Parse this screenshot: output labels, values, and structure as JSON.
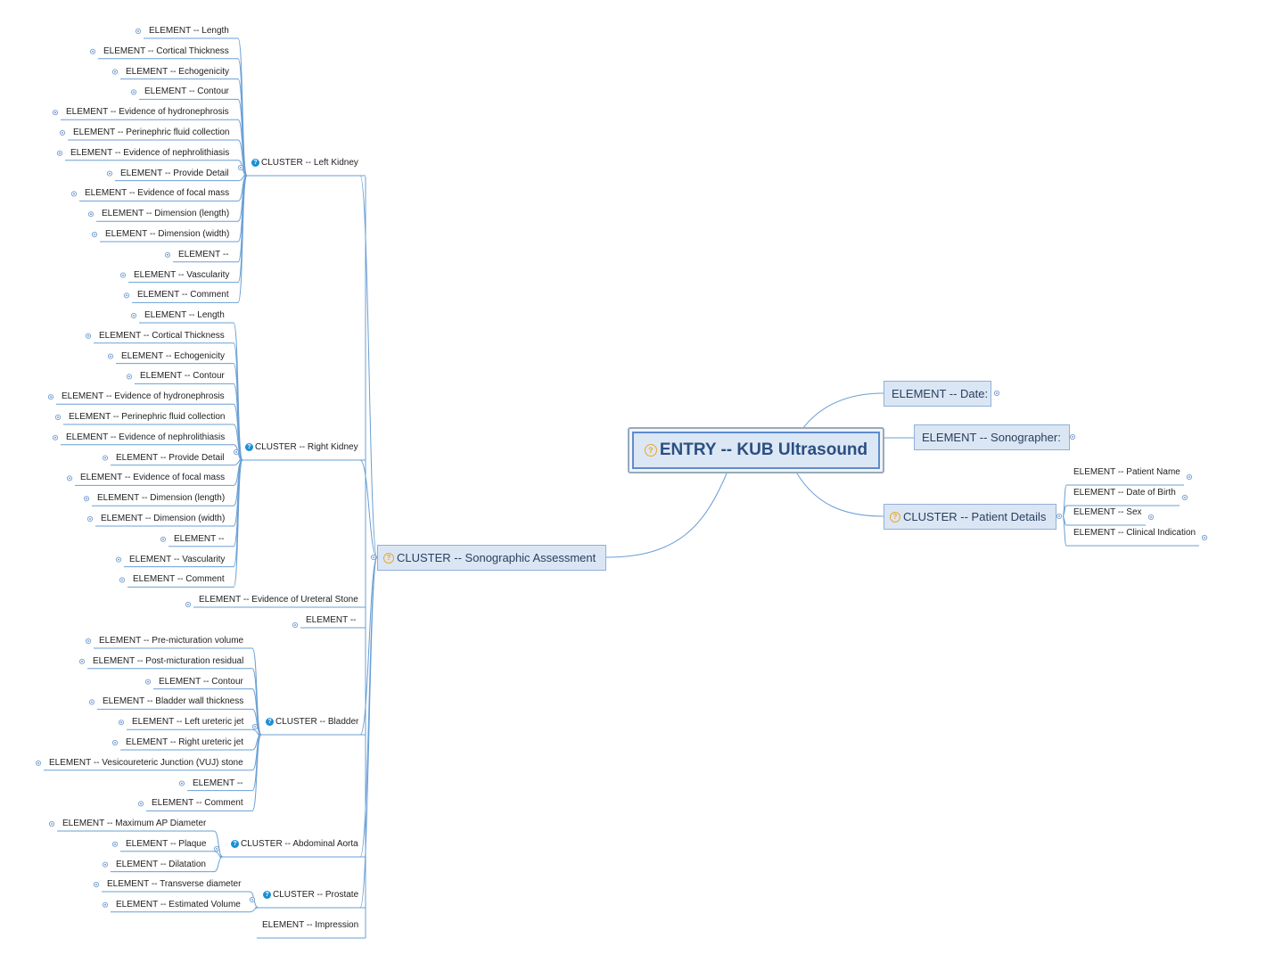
{
  "root": {
    "title": "ENTRY -- KUB Ultrasound",
    "icon": "question-icon"
  },
  "right": {
    "date": "ELEMENT -- Date:",
    "sonographer": "ELEMENT -- Sonographer:",
    "patient_details": {
      "title": "CLUSTER -- Patient Details",
      "items": [
        "ELEMENT -- Patient Name",
        "ELEMENT -- Date of Birth",
        "ELEMENT -- Sex",
        "ELEMENT -- Clinical Indication"
      ]
    }
  },
  "sonographic": {
    "title": "CLUSTER -- Sonographic Assessment",
    "left_kidney": {
      "title": "CLUSTER -- Left Kidney",
      "items": [
        "ELEMENT -- Length",
        "ELEMENT -- Cortical Thickness",
        "ELEMENT -- Echogenicity",
        "ELEMENT -- Contour",
        "ELEMENT -- Evidence of hydronephrosis",
        "ELEMENT -- Perinephric fluid collection",
        "ELEMENT -- Evidence of nephrolithiasis",
        "ELEMENT -- Provide Detail",
        "ELEMENT -- Evidence of focal mass",
        "ELEMENT -- Dimension (length)",
        "ELEMENT -- Dimension (width)",
        "ELEMENT --",
        "ELEMENT -- Vascularity",
        "ELEMENT -- Comment"
      ]
    },
    "right_kidney": {
      "title": "CLUSTER -- Right Kidney",
      "items": [
        "ELEMENT -- Length",
        "ELEMENT -- Cortical Thickness",
        "ELEMENT -- Echogenicity",
        "ELEMENT -- Contour",
        "ELEMENT -- Evidence of hydronephrosis",
        "ELEMENT -- Perinephric fluid collection",
        "ELEMENT -- Evidence of nephrolithiasis",
        "ELEMENT -- Provide Detail",
        "ELEMENT -- Evidence of focal mass",
        "ELEMENT -- Dimension (length)",
        "ELEMENT -- Dimension (width)",
        "ELEMENT --",
        "ELEMENT -- Vascularity",
        "ELEMENT -- Comment"
      ]
    },
    "ureteral_stone": "ELEMENT -- Evidence of Ureteral Stone",
    "element_blank": "ELEMENT --",
    "bladder": {
      "title": "CLUSTER -- Bladder",
      "items": [
        "ELEMENT -- Pre-micturation volume",
        "ELEMENT -- Post-micturation residual",
        "ELEMENT -- Contour",
        "ELEMENT -- Bladder wall thickness",
        "ELEMENT -- Left ureteric jet",
        "ELEMENT -- Right ureteric jet",
        "ELEMENT -- Vesicoureteric Junction (VUJ) stone",
        "ELEMENT --",
        "ELEMENT -- Comment"
      ]
    },
    "aorta": {
      "title": "CLUSTER -- Abdominal Aorta",
      "items": [
        "ELEMENT -- Maximum AP Diameter",
        "ELEMENT -- Plaque",
        "ELEMENT -- Dilatation"
      ]
    },
    "prostate": {
      "title": "CLUSTER -- Prostate",
      "items": [
        "ELEMENT -- Transverse diameter",
        "ELEMENT -- Estimated Volume"
      ]
    },
    "impression": "ELEMENT -- Impression"
  },
  "colors": {
    "line": "#6a9fd4",
    "box_fill": "#dbe6f4",
    "box_border": "#8fb0d8",
    "cluster_icon": "#1a8fd6",
    "root_icon": "#e6a92a"
  }
}
